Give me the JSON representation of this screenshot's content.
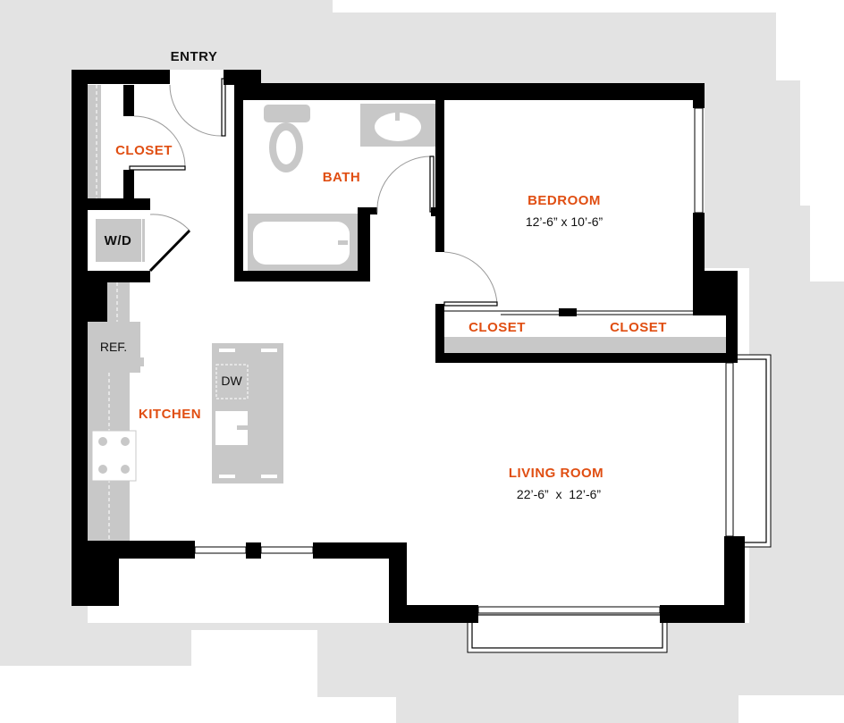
{
  "floor_plan": {
    "entry_label": "ENTRY",
    "rooms": {
      "entry_closet": "CLOSET",
      "bath": "BATH",
      "bedroom": "BEDROOM",
      "bedroom_dims": "12’-6” x 10’-6”",
      "washer_dryer": "W/D",
      "refrigerator": "REF.",
      "dishwasher": "DW",
      "kitchen": "KITCHEN",
      "bedroom_closet_left": "CLOSET",
      "bedroom_closet_right": "CLOSET",
      "living_room": "LIVING ROOM",
      "living_room_dims": "22’-6”  x  12’-6”"
    },
    "colors": {
      "label": "#e04e12",
      "walls": "#000000",
      "fixtures": "#c8c8c8",
      "surroundings": "#e3e3e3"
    }
  }
}
